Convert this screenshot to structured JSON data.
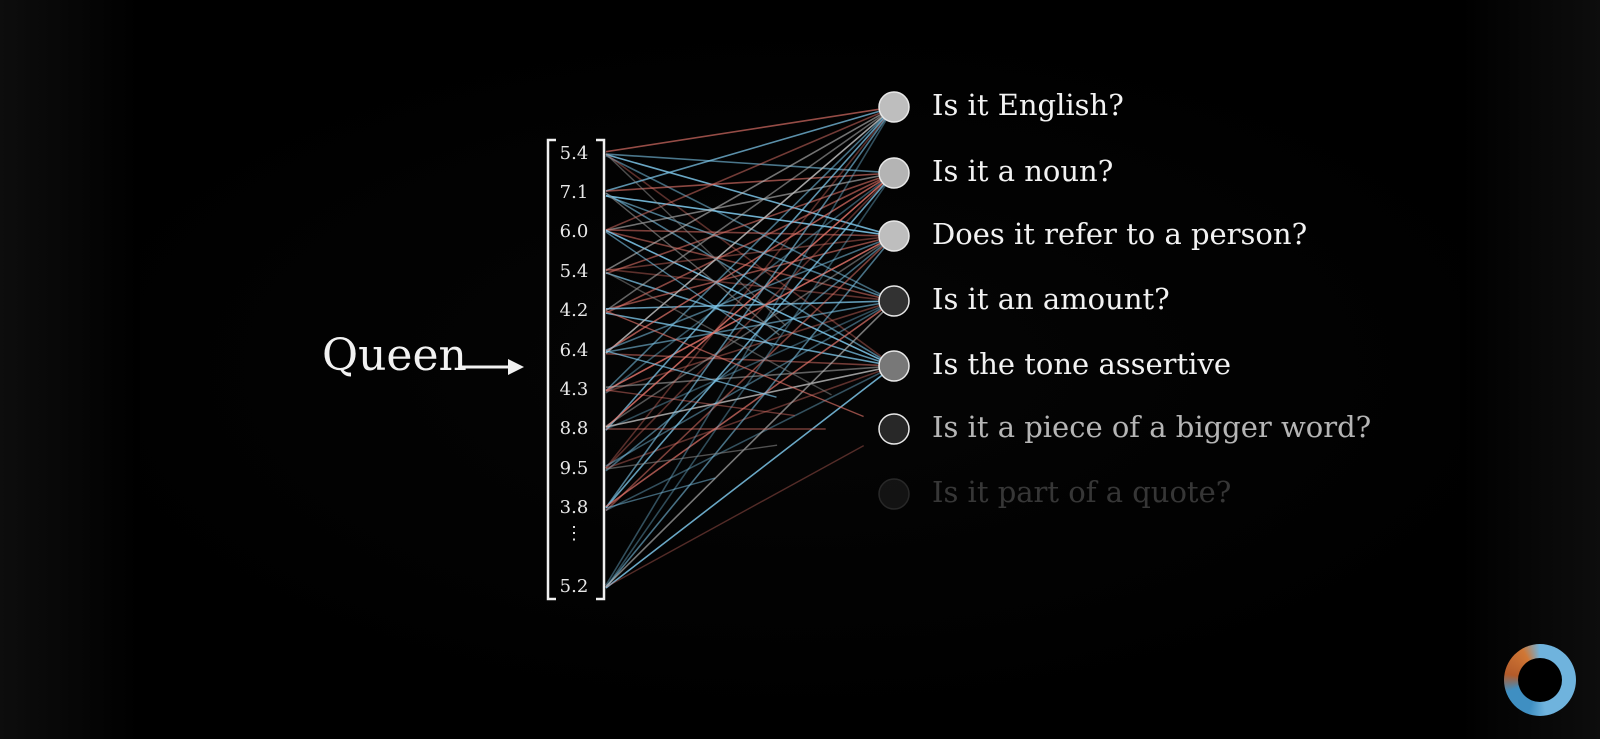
{
  "input": {
    "word": "Queen"
  },
  "vector": {
    "entries": [
      "5.4",
      "7.1",
      "6.0",
      "5.4",
      "4.2",
      "6.4",
      "4.3",
      "8.8",
      "9.5",
      "3.8",
      "5.2"
    ],
    "ellipsis": "⋮"
  },
  "questions": [
    {
      "text": "Is it English?",
      "activation": 0.85
    },
    {
      "text": "Is it a noun?",
      "activation": 0.8
    },
    {
      "text": "Does it refer to a person?",
      "activation": 0.85
    },
    {
      "text": "Is it an amount?",
      "activation": 0.15
    },
    {
      "text": "Is the tone assertive",
      "activation": 0.5
    },
    {
      "text": "Is it a piece of a bigger word?",
      "activation": 0.1
    },
    {
      "text": "Is it part of a quote?",
      "activation": 0.1
    }
  ],
  "colors": {
    "positive_weight": "#7ec8ec",
    "negative_weight": "#e2746a",
    "background": "#000000",
    "text": "#f2f2f2"
  },
  "icons": {
    "arrow": "right-arrow-icon",
    "logo": "3blue1brown-pi-logo-icon"
  }
}
